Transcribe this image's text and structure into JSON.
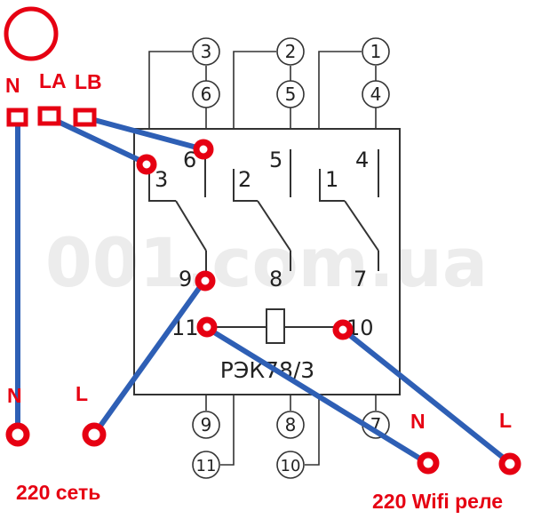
{
  "colors": {
    "line": "#333333",
    "wire": "#2e5fb5",
    "terminal": "#e60012",
    "label": "#e60012",
    "watermark": "#ececec",
    "background": "#ffffff"
  },
  "relay": {
    "model": "РЭК78/3",
    "watermark": "001.com.ua",
    "top_pins": [
      "3",
      "2",
      "1",
      "6",
      "5",
      "4"
    ],
    "bottom_pins": [
      "9",
      "8",
      "7",
      "11",
      "10"
    ],
    "contacts": [
      "6",
      "5",
      "4",
      "3",
      "2",
      "1",
      "9",
      "8",
      "7",
      "11",
      "10"
    ]
  },
  "labels": {
    "n_top": "N",
    "la": "LA",
    "lb": "LB",
    "n_left": "N",
    "l_left": "L",
    "n_right": "N",
    "l_right": "L",
    "net": "220 сеть",
    "wifi": "220 Wifi реле"
  }
}
